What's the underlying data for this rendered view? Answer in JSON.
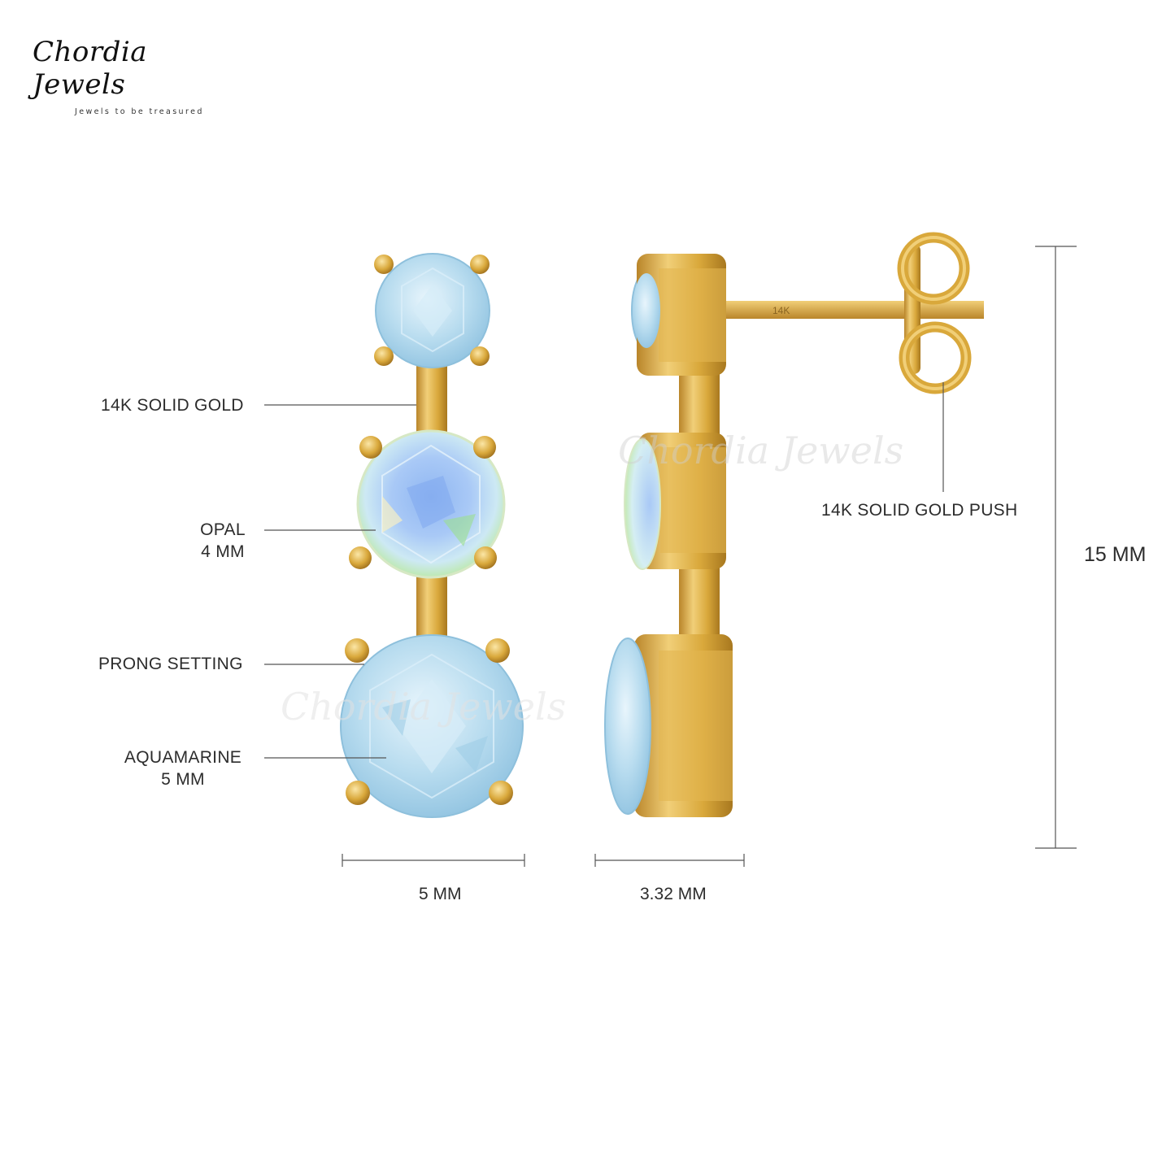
{
  "brand": {
    "name": "Chordia Jewels",
    "tagline": "Jewels to be treasured"
  },
  "callouts": {
    "metal": "14K SOLID GOLD",
    "center_stone_name": "OPAL",
    "center_stone_size": "4 MM",
    "setting": "PRONG SETTING",
    "bottom_stone_name": "AQUAMARINE",
    "bottom_stone_size": "5 MM",
    "push": "14K SOLID GOLD PUSH"
  },
  "dimensions": {
    "front_width": "5 MM",
    "side_depth": "3.32 MM",
    "height": "15 MM"
  },
  "stamp": "14K",
  "watermark": "Chordia Jewels",
  "colors": {
    "gold": "#d9a83b",
    "gold_light": "#f3d27a",
    "gold_dark": "#a8781f",
    "aquamarine": "#a9d3ea",
    "opal": "#9fc7f5",
    "line": "#555555"
  }
}
